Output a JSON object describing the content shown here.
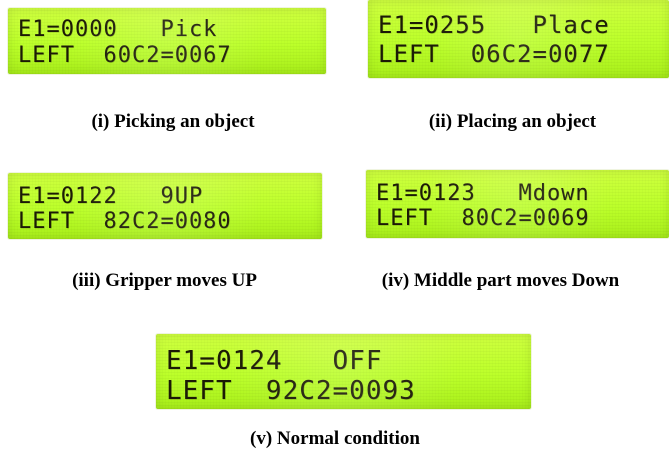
{
  "panels": [
    {
      "row1": "E1=0000   Pick",
      "row2": "LEFT  60C2=0067"
    },
    {
      "row1": "E1=0255   Place",
      "row2": "LEFT  06C2=0077"
    },
    {
      "row1": "E1=0122   9UP",
      "row2": "LEFT  82C2=0080"
    },
    {
      "row1": "E1=0123   Mdown",
      "row2": "LEFT  80C2=0069"
    },
    {
      "row1": "E1=0124   OFF",
      "row2": "LEFT  92C2=0093"
    }
  ],
  "captions": [
    "(i) Picking an object",
    "(ii) Placing an object",
    "(iii)  Gripper moves UP",
    "(iv) Middle part moves Down",
    "(v) Normal condition"
  ],
  "colors": {
    "lcd_background": "#c2ff35",
    "lcd_text": "#1b1a05",
    "caption_text": "#000000"
  }
}
